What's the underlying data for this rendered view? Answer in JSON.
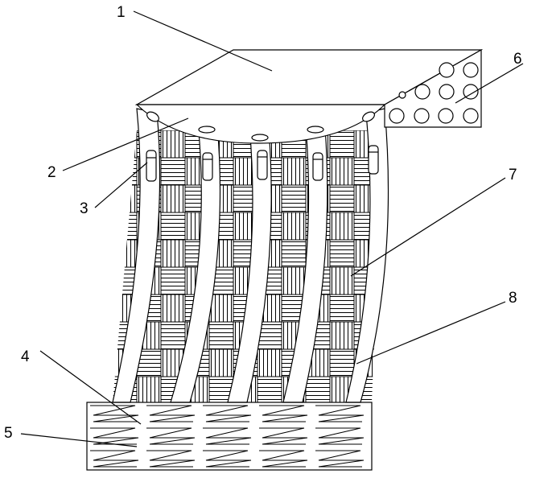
{
  "diagram": {
    "stroke_color": "#000000",
    "background": "#ffffff",
    "callouts": [
      {
        "id": "1",
        "label": "1"
      },
      {
        "id": "2",
        "label": "2"
      },
      {
        "id": "3",
        "label": "3"
      },
      {
        "id": "4",
        "label": "4"
      },
      {
        "id": "5",
        "label": "5"
      },
      {
        "id": "6",
        "label": "6"
      },
      {
        "id": "7",
        "label": "7"
      },
      {
        "id": "8",
        "label": "8"
      }
    ]
  }
}
